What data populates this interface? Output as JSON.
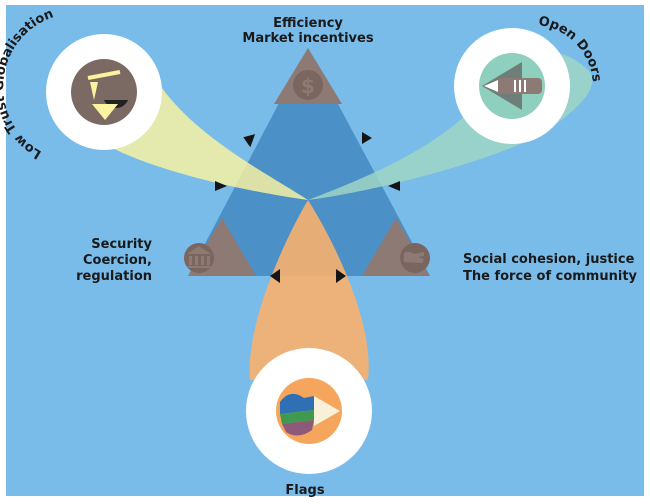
{
  "labels": {
    "efficiency_title": "Efficiency",
    "efficiency_sub": "Market incentives",
    "security_title": "Security",
    "security_sub1": "Coercion,",
    "security_sub2": "regulation",
    "social_title": "Social cohesion, justice",
    "social_sub": "The force of community",
    "low_trust": "Low Trust Globalisation",
    "open_doors": "Open Doors",
    "flags": "Flags"
  },
  "icons": {
    "top": "dollar-icon",
    "bottom_left": "building-icon",
    "bottom_right": "hand-icon"
  },
  "colors": {
    "background": "#79bcea",
    "triangle": "#4b90c6",
    "corner": "#8e7a74",
    "corner_icon": "#7a655f",
    "low_trust_beam": "#fbf3a0",
    "open_doors_beam": "#9fd6c6",
    "flags_beam": "#f8b06e",
    "arrow": "#151515"
  }
}
